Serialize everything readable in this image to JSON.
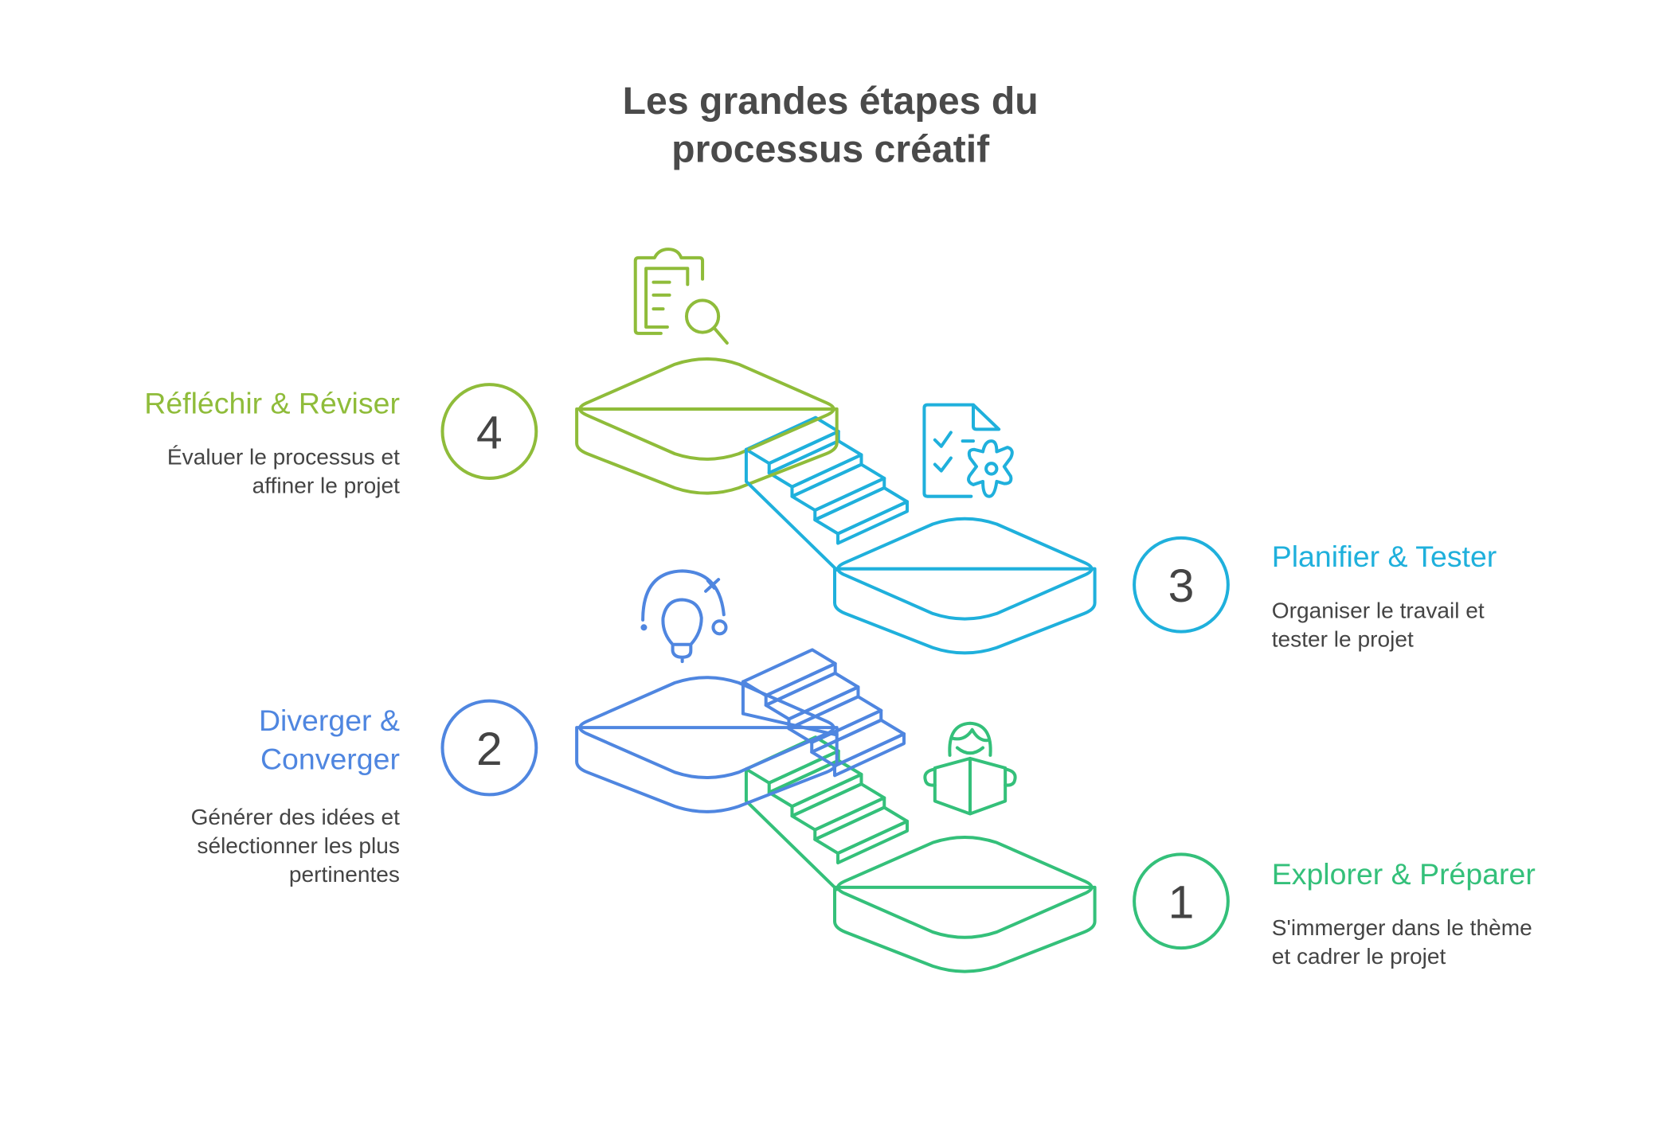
{
  "title": {
    "line1": "Les grandes étapes du",
    "line2": "processus créatif"
  },
  "colors": {
    "step1": "#34c07a",
    "step2": "#4f86e0",
    "step3": "#1fb0dc",
    "step4": "#8fbc3a",
    "text": "#444444"
  },
  "steps": [
    {
      "number": "1",
      "title": "Explorer & Préparer",
      "desc": [
        "S'immerger dans le thème",
        "et cadrer le projet"
      ],
      "icon": "reading-person-icon"
    },
    {
      "number": "2",
      "title": [
        "Diverger &",
        "Converger"
      ],
      "desc": [
        "Générer des idées et",
        "sélectionner les plus",
        "pertinentes"
      ],
      "icon": "lightbulb-icon"
    },
    {
      "number": "3",
      "title": "Planifier & Tester",
      "desc": [
        "Organiser le travail et",
        "tester le projet"
      ],
      "icon": "document-checklist-gear-icon"
    },
    {
      "number": "4",
      "title": "Réfléchir & Réviser",
      "desc": [
        "Évaluer le processus et",
        "affiner le projet"
      ],
      "icon": "clipboard-search-icon"
    }
  ]
}
